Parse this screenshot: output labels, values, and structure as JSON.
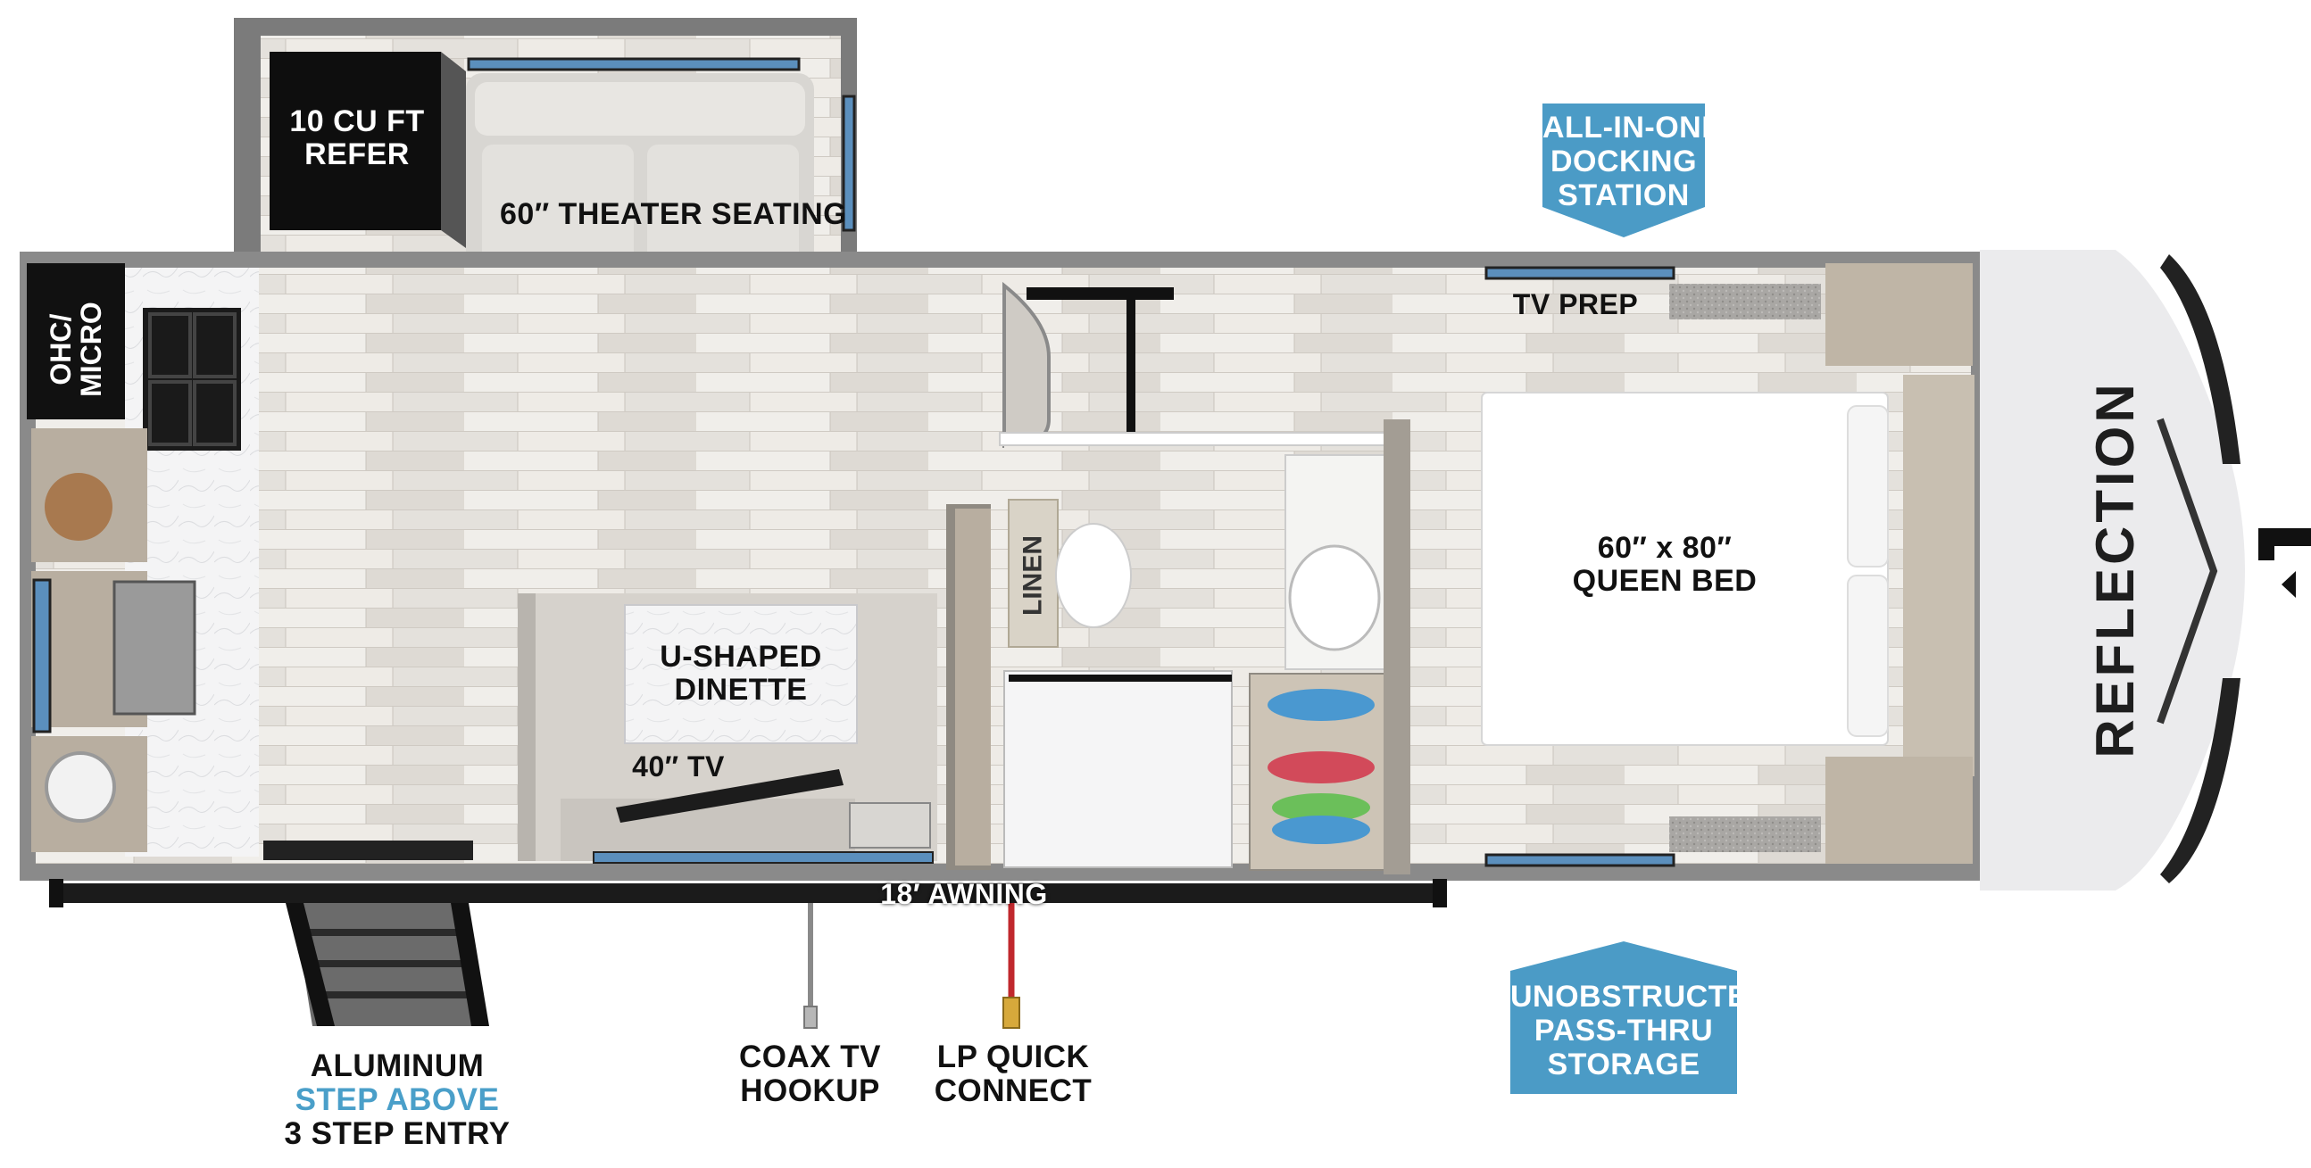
{
  "labels": {
    "refer": [
      "10 CU FT",
      "REFER"
    ],
    "theater_seating": "60″ THEATER SEATING",
    "ohc_micro": [
      "OHC/",
      "MICRO"
    ],
    "linen": "LINEN",
    "tv_prep": "TV PREP",
    "queen_bed": [
      "60″ x 80″",
      "QUEEN BED"
    ],
    "dinette": [
      "U-SHAPED",
      "DINETTE"
    ],
    "tv_40": "40″ TV",
    "awning": "18′ AWNING",
    "brand": "REFLECTION"
  },
  "callouts": {
    "docking_station": [
      "ALL-IN-ONE",
      "DOCKING",
      "STATION"
    ],
    "pass_thru_storage": [
      "UNOBSTRUCTED",
      "PASS-THRU",
      "STORAGE"
    ]
  },
  "bottom_labels": {
    "entry": {
      "line1": "ALUMINUM",
      "line2": "STEP ABOVE",
      "line3": "3 STEP ENTRY"
    },
    "coax": [
      "COAX TV",
      "HOOKUP"
    ],
    "lp": [
      "LP QUICK",
      "CONNECT"
    ]
  },
  "colors": {
    "callout_blue": "#4b9bc6",
    "accent_blue": "#4a9fc9",
    "wall": "#8a8a8a",
    "floor": "#e8e5e0",
    "cabinet": "#b8aea0",
    "lp_line": "#c0282d"
  }
}
